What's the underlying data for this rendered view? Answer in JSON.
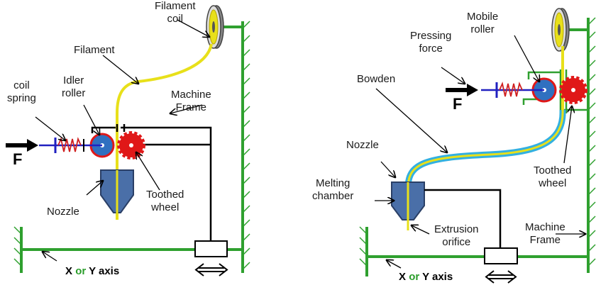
{
  "left": {
    "filament_coil": "Filament\ncoil",
    "filament": "Filament",
    "coil_spring": "coil\nspring",
    "idler_roller": "Idler\nroller",
    "machine_frame": "Machine\nFrame",
    "nozzle": "Nozzle",
    "toothed_wheel": "Toothed\nwheel",
    "force": "F",
    "axis": {
      "x": "X",
      "or": "or",
      "y": "Y axis"
    }
  },
  "right": {
    "mobile_roller": "Mobile\nroller",
    "pressing_force": "Pressing\nforce",
    "bowden": "Bowden",
    "nozzle": "Nozzle",
    "melting_chamber": "Melting\nchamber",
    "extrusion_orifice": "Extrusion\norifice",
    "machine_frame": "Machine\nFrame",
    "toothed_wheel": "Toothed\nwheel",
    "force": "F",
    "axis": {
      "x": "X",
      "or": "or",
      "y": "Y axis"
    }
  },
  "colors": {
    "frame": "#2fa02f",
    "filament": "#e8e01a",
    "bowden": "#33b0e0",
    "nozzle": "#4a6fa8",
    "toothed_wheel": "#e01818",
    "roller": "#3070c0",
    "spring": "#d02020"
  }
}
